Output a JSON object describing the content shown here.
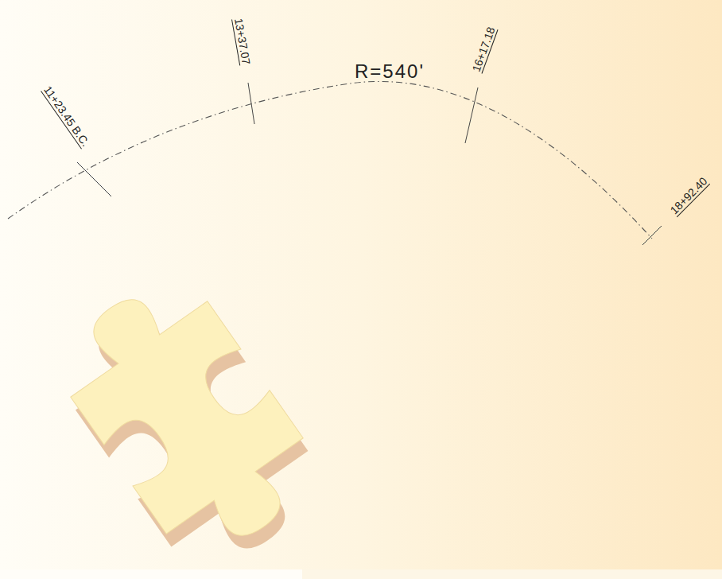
{
  "diagram": {
    "labels": [
      "11+23.45 B.C.",
      "13+37.07",
      "R=540'",
      "16+17.18",
      "18+92.40"
    ]
  }
}
